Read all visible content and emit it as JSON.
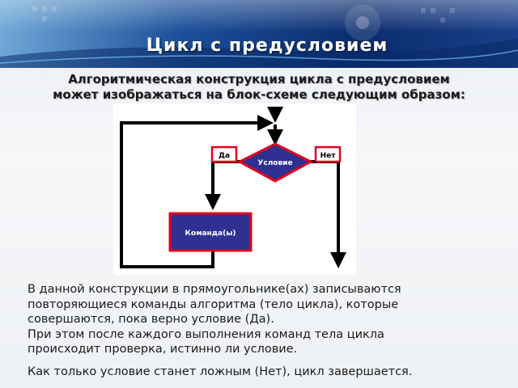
{
  "slide": {
    "title": "Цикл с предусловием",
    "subtitle_lines": [
      "Алгоритмическая конструкция цикла с предусловием",
      "может изображаться на блок-схеме следующим образом:"
    ],
    "body_lines": [
      "В данной конструкции в прямоугольнике(ах) записываются",
      "повторяющиеся команды алгоритма (тело цикла), которые",
      "совершаются, пока верно условие (Да).",
      "При этом после каждого выполнения команд тела цикла",
      "происходит проверка, истинно ли условие."
    ],
    "last_line": "Как только условие станет ложным (Нет), цикл завершается."
  },
  "flowchart": {
    "condition_label": "Условие",
    "yes_label": "Да",
    "no_label": "Нет",
    "command_label": "Команда(ы)"
  },
  "colors": {
    "block_fill": "#2e3192",
    "block_border": "#e3001b",
    "arrow": "#000000"
  }
}
